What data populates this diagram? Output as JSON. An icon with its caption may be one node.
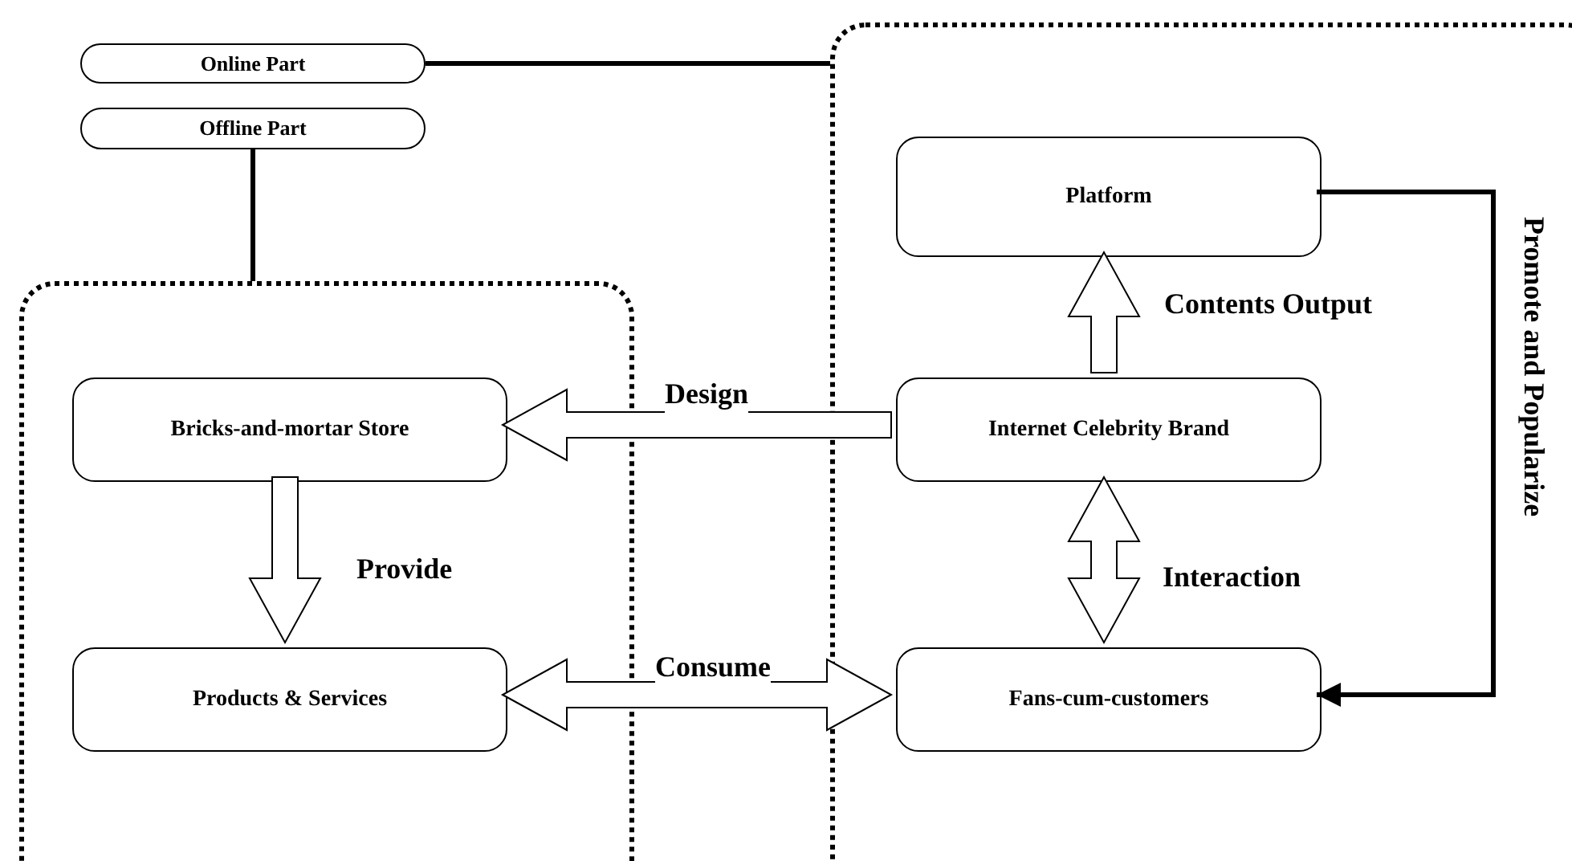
{
  "diagram": {
    "nodes": [
      {
        "text": [
          "Online Part"
        ]
      },
      {
        "text": [
          "Offline Part"
        ]
      },
      {
        "text": [],
        "shape": "box"
      },
      {
        "text": [
          "Platform"
        ],
        "in": 2
      },
      {
        "text": [],
        "shape": "box"
      },
      {
        "text": [
          "Bricks-and-mortar Store"
        ],
        "in": 4
      },
      {
        "text": [
          "Internet Celebrity Brand"
        ],
        "in": 2
      },
      {
        "text": [
          "Products & Services"
        ],
        "in": 4
      },
      {
        "text": [
          "Fans-cum-customers"
        ],
        "in": 2
      }
    ],
    "edges": [
      {
        "from": 0,
        "to": 2,
        "arrow": "none"
      },
      {
        "from": 1,
        "to": 4,
        "arrow": "none"
      },
      {
        "from": 6,
        "to": 3,
        "arrow": "to",
        "label": "Contents Output"
      },
      {
        "from": 6,
        "to": 5,
        "arrow": "to",
        "label": "Design"
      },
      {
        "from": 5,
        "to": 7,
        "arrow": "to",
        "label": "Provide"
      },
      {
        "from": 6,
        "to": 8,
        "arrow": "both",
        "label": "Interaction"
      },
      {
        "from": 7,
        "to": 8,
        "arrow": "both",
        "label": "Consume"
      },
      {
        "from": 3,
        "to": 8,
        "arrow": "to",
        "label": "Promote and Popularize"
      }
    ]
  }
}
